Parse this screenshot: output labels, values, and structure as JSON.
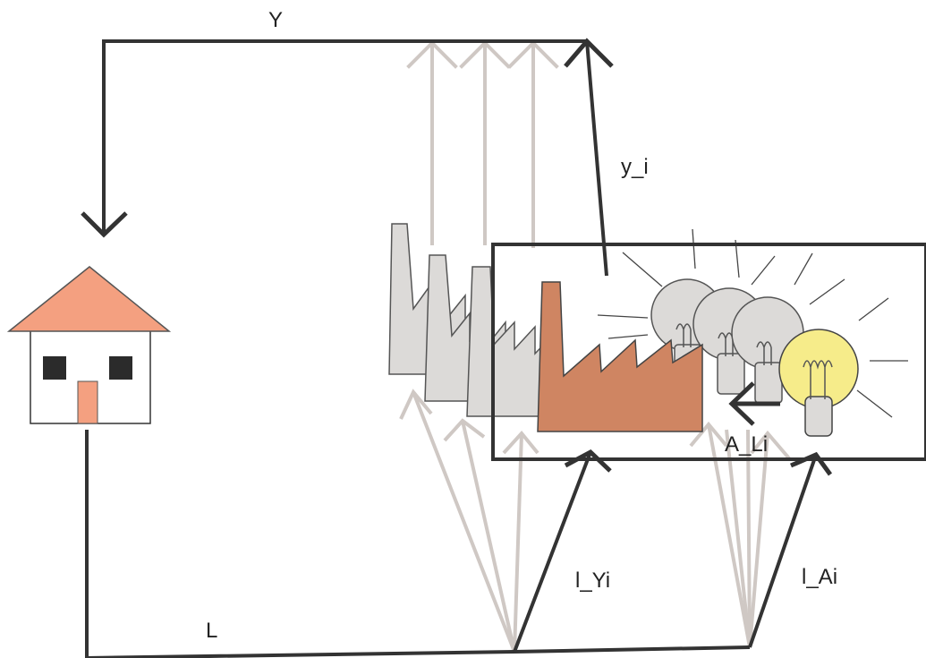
{
  "labels": {
    "Y": "Y",
    "y_i": "y_i",
    "A_Li": "A_Li",
    "l_Yi": "l_Yi",
    "l_Ai": "l_Ai",
    "L": "L"
  },
  "colors": {
    "dark": "#333333",
    "faded": "#cfc8c4",
    "house_roof": "#f4a080",
    "house_door": "#f4a080",
    "house_window": "#2b2b2b",
    "factory_highlight": "#cf8562",
    "factory_faded": "#dcdad8",
    "bulb_lit": "#f6ec8a",
    "bulb_faded": "#dcdad8"
  }
}
